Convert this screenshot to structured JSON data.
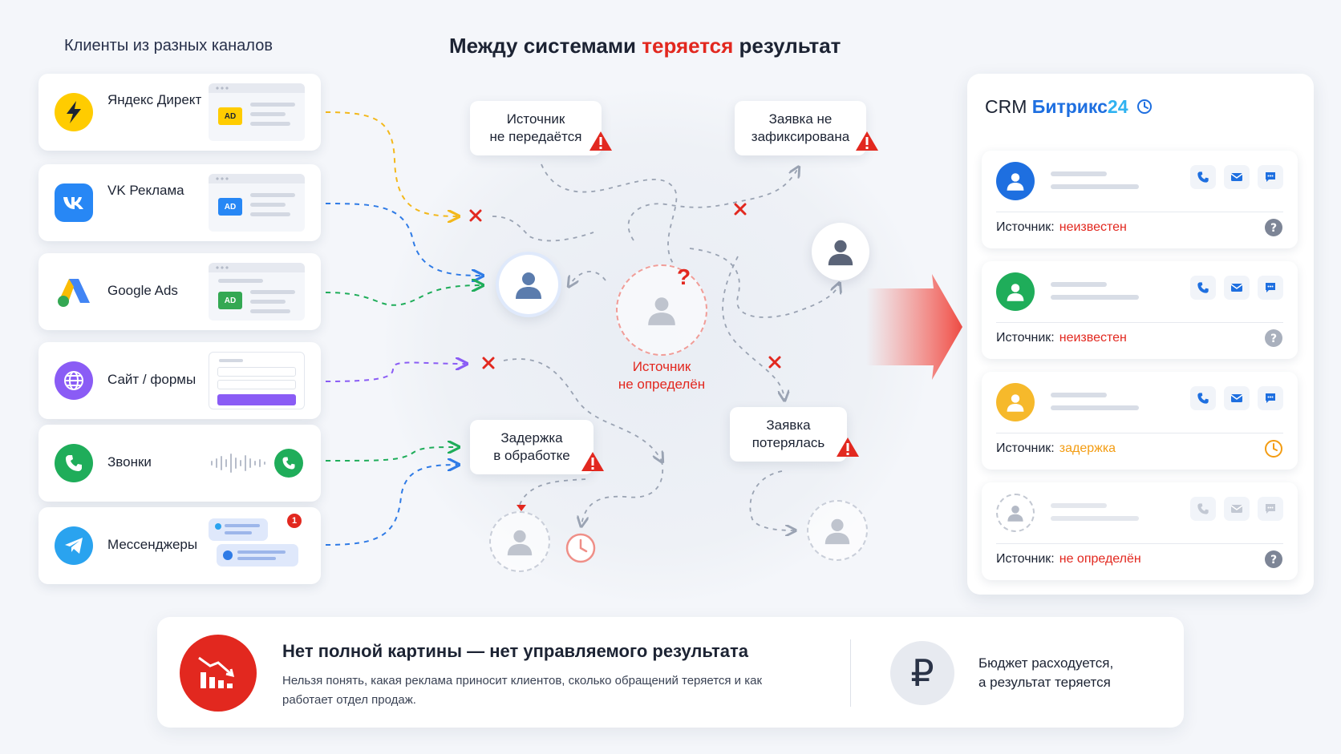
{
  "header": {
    "left_heading": "Клиенты из разных каналов",
    "title_part1": "Между системами ",
    "title_accent": "теряется",
    "title_part2": " результат"
  },
  "channels": [
    {
      "label": "Яндекс Директ",
      "icon": "yandex-direct-icon",
      "mock": "ad-preview",
      "ad_label": "AD",
      "color": "#ffcc00"
    },
    {
      "label": "VK Реклама",
      "icon": "vk-icon",
      "mock": "ad-preview",
      "ad_label": "AD",
      "color": "#2787f5"
    },
    {
      "label": "Google Ads",
      "icon": "google-ads-icon",
      "mock": "ad-preview",
      "ad_label": "AD",
      "color": "#34a853"
    },
    {
      "label": "Сайт / формы",
      "icon": "globe-icon",
      "mock": "form-preview",
      "color": "#8a5cf5"
    },
    {
      "label": "Звонки",
      "icon": "phone-icon",
      "mock": "voice-wave",
      "color": "#1fad5a"
    },
    {
      "label": "Мессенджеры",
      "icon": "telegram-icon",
      "mock": "chat-preview",
      "badge": "1",
      "color": "#2aa3ef"
    }
  ],
  "callouts": {
    "source_not_passed": "Источник\nне передаётся",
    "request_not_recorded": "Заявка не\nзафиксирована",
    "processing_delay": "Задержка\nв обработке",
    "request_lost": "Заявка\nпотерялась"
  },
  "center": {
    "unknown_source": "Источник\nне определён",
    "question_mark": "?"
  },
  "crm": {
    "title_prefix": "CRM ",
    "brand": "Битрикс",
    "brand_num": "24",
    "source_label": "Источник:",
    "cards": [
      {
        "avatar_color": "#1e6fe0",
        "source_value": "неизвестен",
        "value_color": "#e2281f",
        "status_icon": "question-icon"
      },
      {
        "avatar_color": "#1fad5a",
        "source_value": "неизвестен",
        "value_color": "#e2281f",
        "status_icon": "question-icon"
      },
      {
        "avatar_color": "#f6b92b",
        "source_value": "задержка",
        "value_color": "#f39c12",
        "status_icon": "clock-icon"
      },
      {
        "avatar_color": "none",
        "source_value": "не определён",
        "value_color": "#e2281f",
        "status_icon": "question-icon"
      }
    ]
  },
  "bottom": {
    "title": "Нет полной картины — нет управляемого результата",
    "text": "Нельзя понять, какая реклама приносит клиентов, сколько обращений теряется и как работает отдел продаж.",
    "currency_symbol": "₽",
    "budget_text": "Бюджет расходуется,\nа результат теряется"
  },
  "colors": {
    "accent_red": "#e2281f",
    "brand_blue": "#1e6fe0",
    "warning_orange": "#f39c12"
  }
}
